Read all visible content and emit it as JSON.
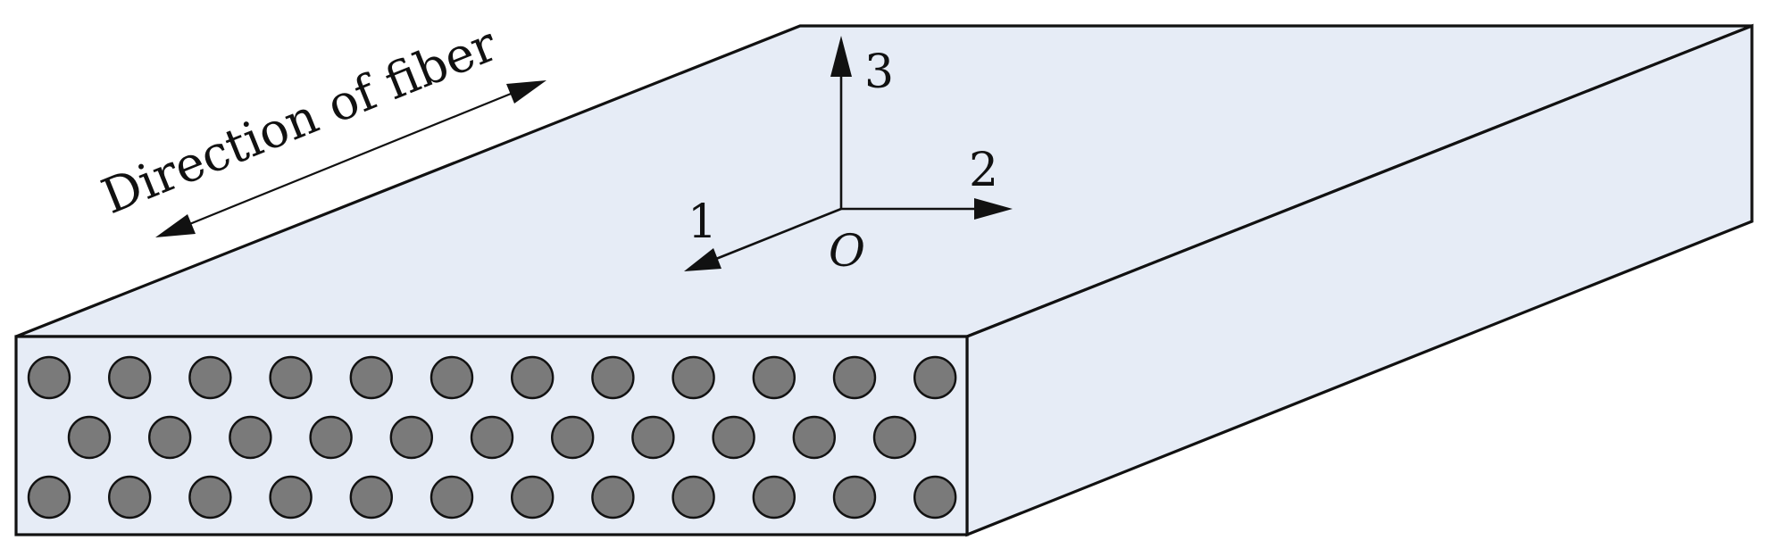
{
  "diagram": {
    "fiber_direction_label": "Direction of fiber",
    "origin_label": "O",
    "axis_1_label": "1",
    "axis_2_label": "2",
    "axis_3_label": "3"
  },
  "colors": {
    "matrix_fill": "#e6ecf6",
    "fiber_fill": "#7a7a7a",
    "outline": "#111111"
  },
  "fibers": {
    "rows": [
      12,
      11,
      12
    ]
  }
}
